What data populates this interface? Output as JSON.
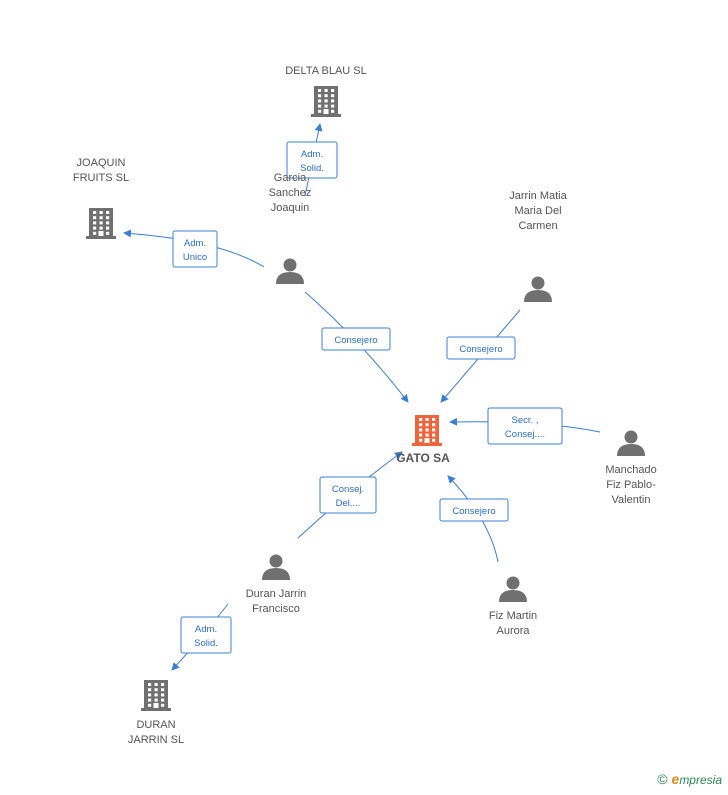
{
  "colors": {
    "edge": "#3b7fd4",
    "company": "#707070",
    "center_company": "#f0643c",
    "person": "#707070"
  },
  "center": {
    "label": "GATO SA"
  },
  "nodes": [
    {
      "id": "delta",
      "kind": "company",
      "label": [
        "DELTA BLAU SL"
      ]
    },
    {
      "id": "joaquin_fruits",
      "kind": "company",
      "label": [
        "JOAQUIN",
        "FRUITS SL"
      ]
    },
    {
      "id": "garcia",
      "kind": "person",
      "label": [
        "Garcia",
        "Sanchez",
        "Joaquin"
      ]
    },
    {
      "id": "jarrin",
      "kind": "person",
      "label": [
        "Jarrin Matia",
        "Maria Del",
        "Carmen"
      ]
    },
    {
      "id": "manchado",
      "kind": "person",
      "label": [
        "Manchado",
        "Fiz Pablo-",
        "Valentin"
      ]
    },
    {
      "id": "fiz",
      "kind": "person",
      "label": [
        "Fiz Martin",
        "Aurora"
      ]
    },
    {
      "id": "duran_f",
      "kind": "person",
      "label": [
        "Duran Jarrin",
        "Francisco"
      ]
    },
    {
      "id": "duran_sl",
      "kind": "company",
      "label": [
        "DURAN",
        "JARRIN SL"
      ]
    }
  ],
  "edges": [
    {
      "from": "garcia",
      "to": "delta",
      "label": [
        "Adm.",
        "Solid."
      ]
    },
    {
      "from": "garcia",
      "to": "joaquin_fruits",
      "label": [
        "Adm.",
        "Unico"
      ]
    },
    {
      "from": "garcia",
      "to": "center",
      "label": [
        "Consejero"
      ]
    },
    {
      "from": "jarrin",
      "to": "center",
      "label": [
        "Consejero"
      ]
    },
    {
      "from": "manchado",
      "to": "center",
      "label": [
        "Secr. ,",
        "Consej...."
      ]
    },
    {
      "from": "fiz",
      "to": "center",
      "label": [
        "Consejero"
      ]
    },
    {
      "from": "duran_f",
      "to": "center",
      "label": [
        "Consej.",
        "Del...."
      ]
    },
    {
      "from": "duran_f",
      "to": "duran_sl",
      "label": [
        "Adm.",
        "Solid."
      ]
    }
  ],
  "footer": {
    "copyright": "©",
    "brand_initial": "e",
    "brand_rest": "mpresia"
  }
}
